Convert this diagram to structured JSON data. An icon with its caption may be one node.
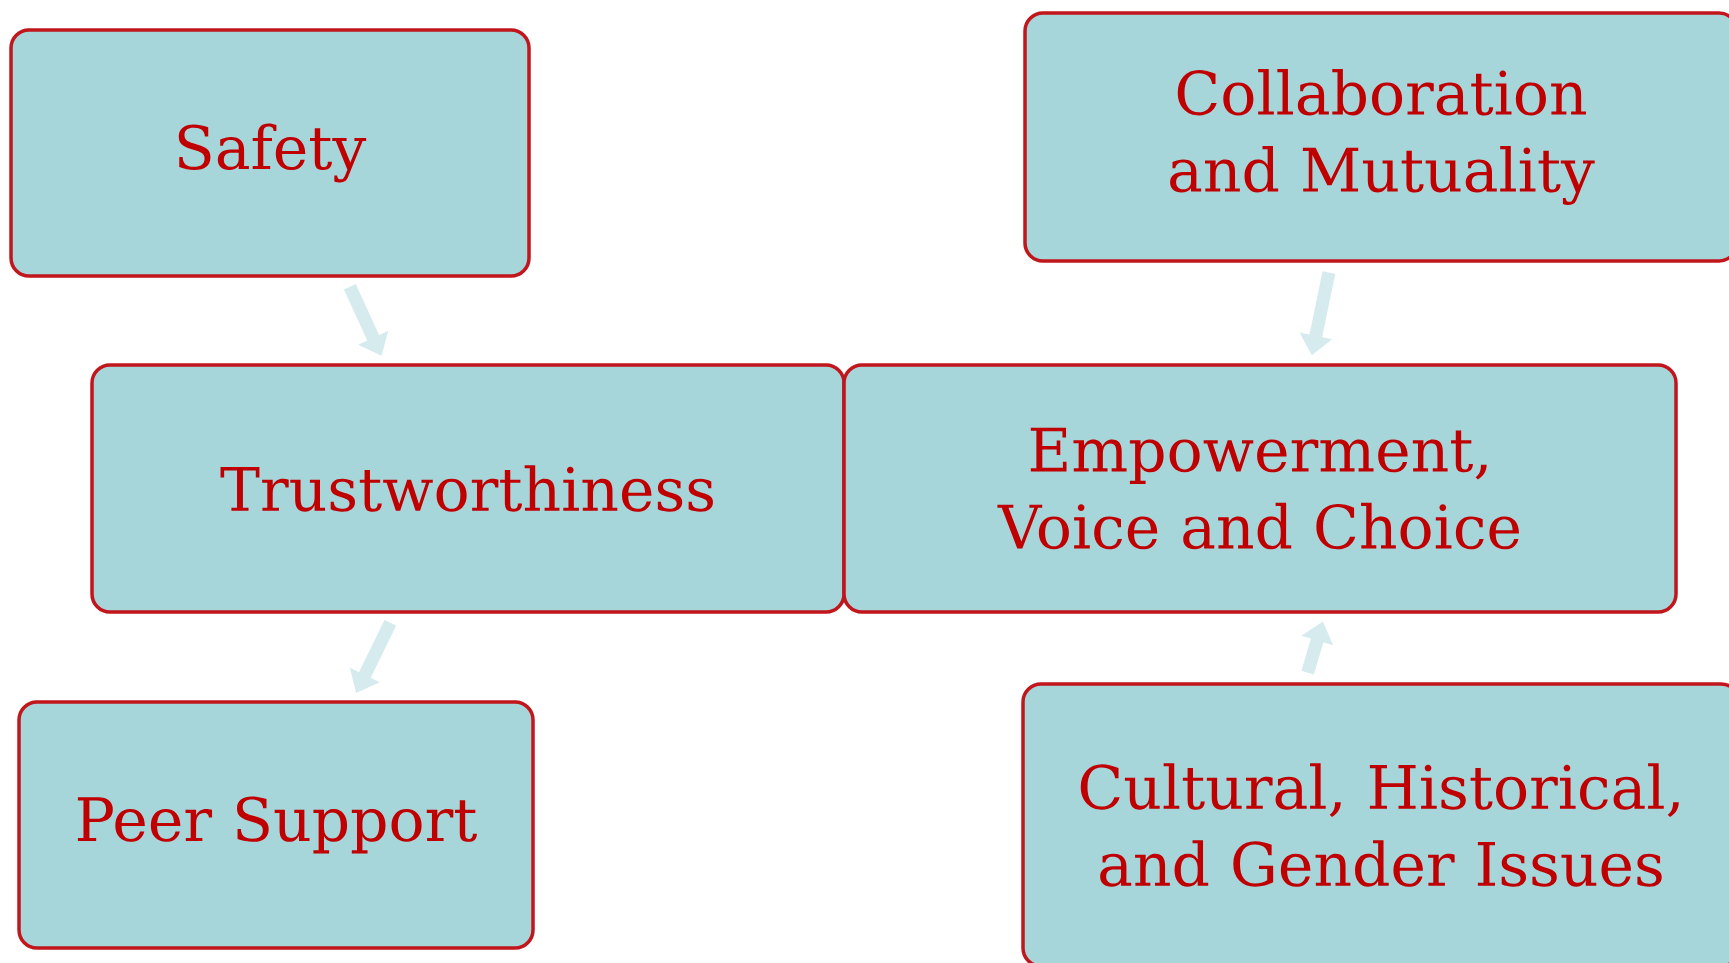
{
  "diagram": {
    "nodes": [
      {
        "text": [
          "Safety"
        ]
      },
      {
        "text": [
          "Collaboration and Mutuality"
        ]
      },
      {
        "text": [
          "Trustworthiness"
        ]
      },
      {
        "text": [
          "Empowerment, Voice and Choice"
        ]
      },
      {
        "text": [
          "Peer Support"
        ]
      },
      {
        "text": [
          "Cultural, Historical, and Gender Issues"
        ]
      }
    ],
    "edges": [
      {
        "from": 0,
        "to": 2,
        "arrow": "to"
      },
      {
        "from": 1,
        "to": 3,
        "arrow": "to"
      },
      {
        "from": 2,
        "to": 4,
        "arrow": "to"
      },
      {
        "from": 5,
        "to": 3,
        "arrow": "to"
      }
    ]
  }
}
